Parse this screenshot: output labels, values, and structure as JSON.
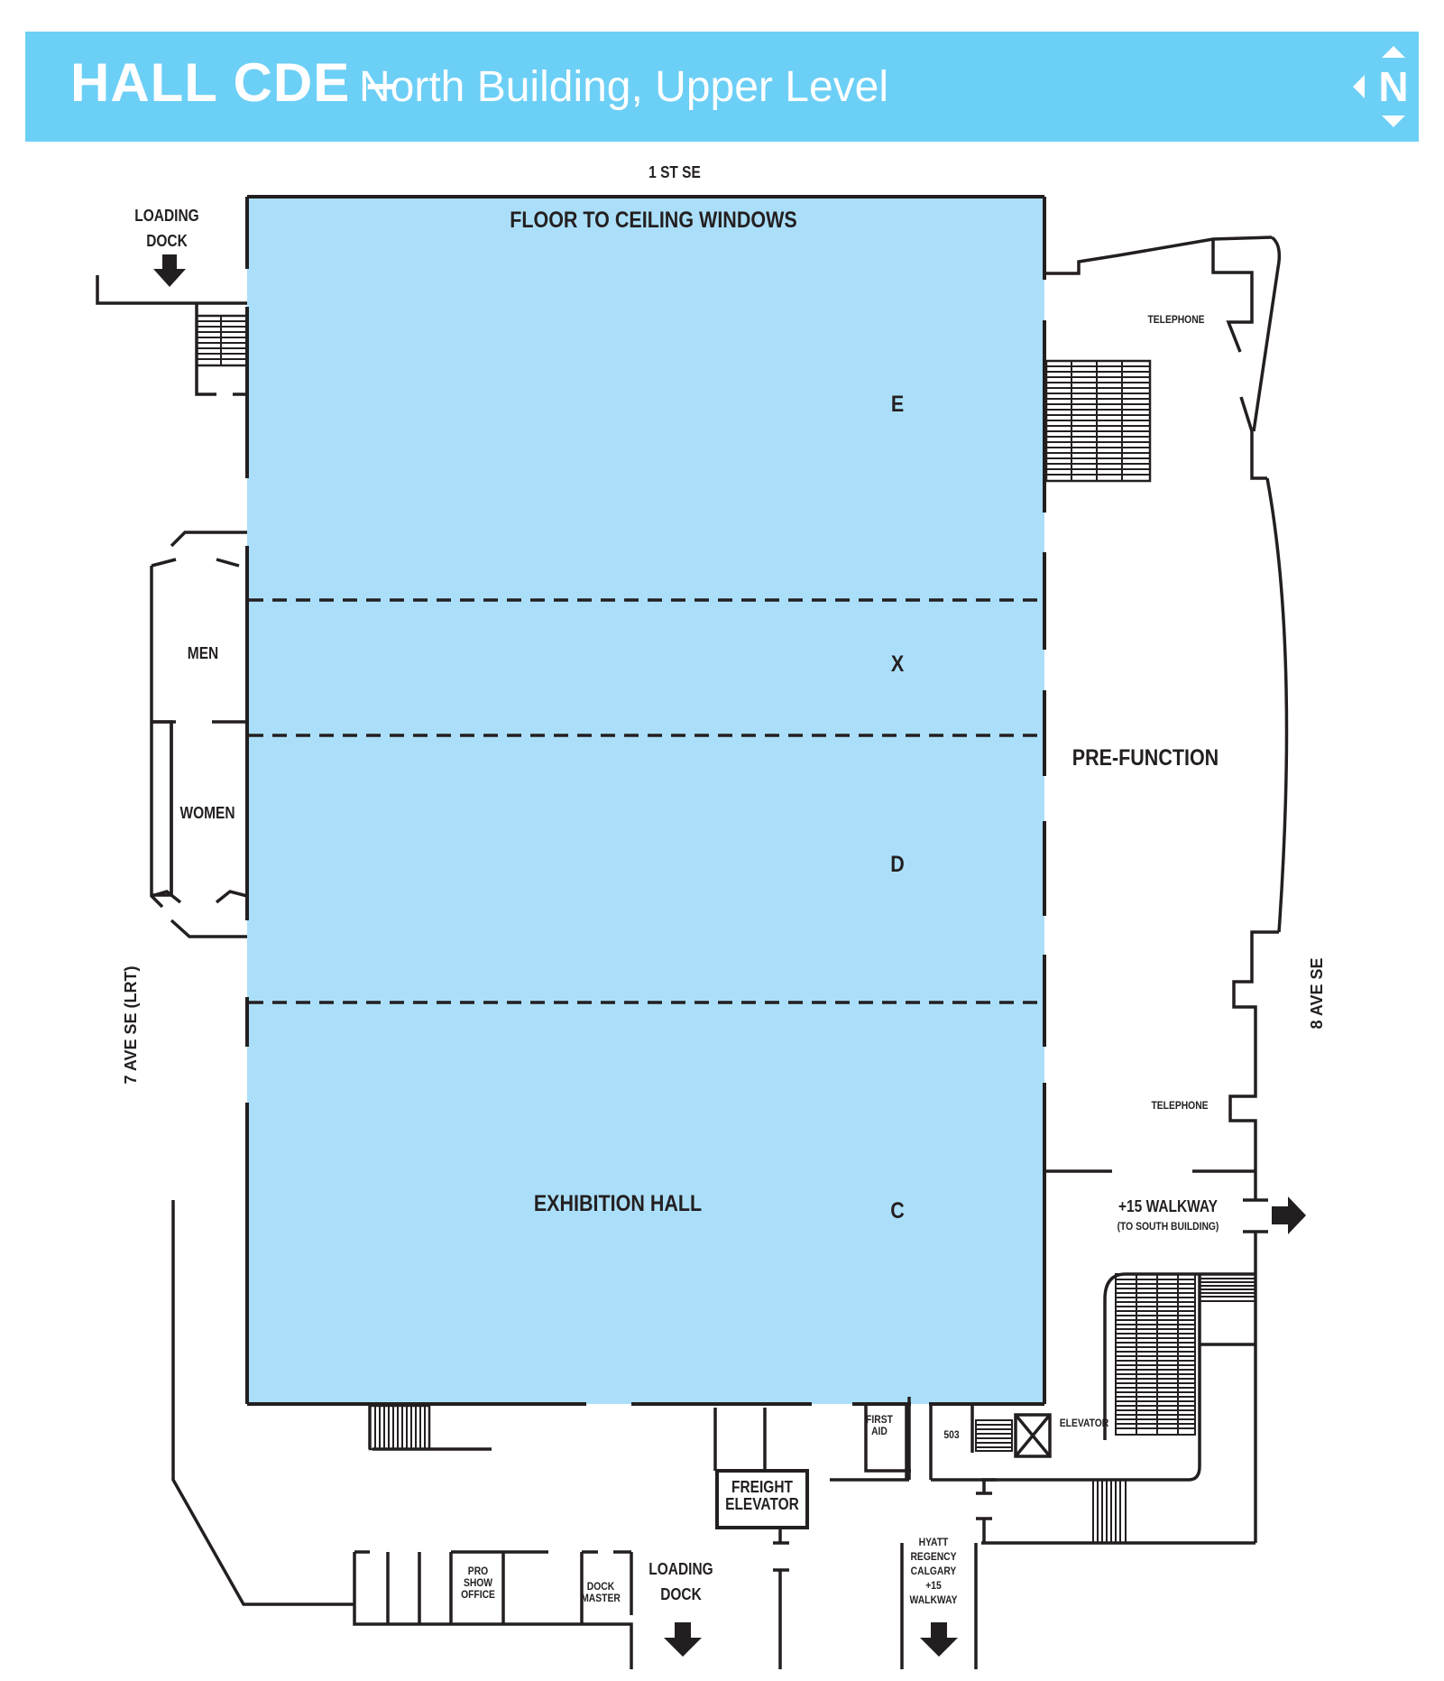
{
  "header": {
    "title": "HALL CDE –",
    "subtitle": "North Building, Upper Level",
    "compass_letter": "N"
  },
  "colors": {
    "header_bg": "#6ccff6",
    "hall_fill": "#abdff9",
    "wall": "#231f20"
  },
  "streets": {
    "north": "1 ST SE",
    "west": "7 AVE SE (LRT)",
    "east": "8 AVE SE"
  },
  "hall": {
    "windows": "FLOOR TO CEILING WINDOWS",
    "sections": [
      "E",
      "X",
      "D",
      "C"
    ],
    "main_label": "EXHIBITION HALL"
  },
  "rooms": {
    "loading_dock_nw": [
      "LOADING",
      "DOCK"
    ],
    "men": "MEN",
    "women": "WOMEN",
    "telephone_top": "TELEPHONE",
    "telephone_bottom": "TELEPHONE",
    "prefunction": "PRE-FUNCTION",
    "walkway": "+15 WALKWAY",
    "walkway_note": "(TO SOUTH BUILDING)",
    "first_aid": [
      "FIRST",
      "AID"
    ],
    "room_503": "503",
    "elevator": "ELEVATOR",
    "freight_elevator": [
      "FREIGHT",
      "ELEVATOR"
    ],
    "pro_show_office": [
      "PRO",
      "SHOW",
      "OFFICE"
    ],
    "dock_master": [
      "DOCK",
      "MASTER"
    ],
    "loading_dock_s": [
      "LOADING",
      "DOCK"
    ],
    "hyatt": [
      "HYATT",
      "REGENCY",
      "CALGARY",
      "+15",
      "WALKWAY"
    ]
  }
}
